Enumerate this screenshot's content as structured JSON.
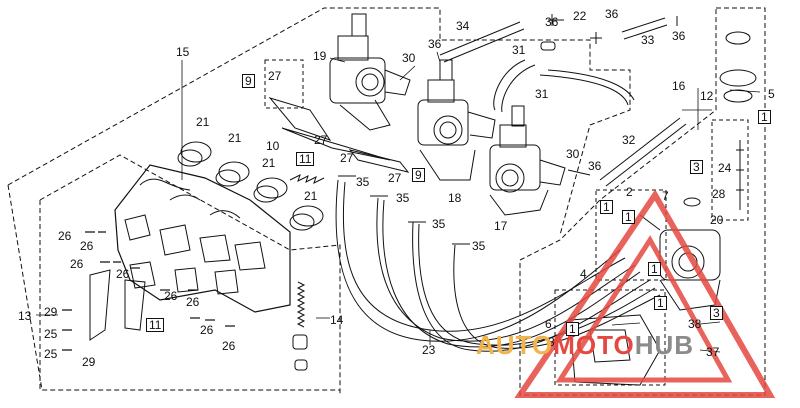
{
  "diagram": {
    "labels": {
      "l15": "15",
      "l19": "19",
      "l30a": "30",
      "l36a": "36",
      "l34": "34",
      "l36b": "36",
      "l22": "22",
      "l36c": "36",
      "l33": "33",
      "l36d": "36",
      "l31a": "31",
      "l31b": "31",
      "l9a": "9",
      "l27a": "27",
      "l27b": "27",
      "l27c": "27",
      "l27d": "27",
      "l10": "10",
      "l11a": "11",
      "l21a": "21",
      "l21b": "21",
      "l21c": "21",
      "l21d": "21",
      "l35a": "35",
      "l35b": "35",
      "l35c": "35",
      "l35d": "35",
      "l18": "18",
      "l9b": "9",
      "l30b": "30",
      "l36e": "36",
      "l32": "32",
      "l17": "17",
      "l16": "16",
      "l12": "12",
      "l5": "5",
      "l1a": "1",
      "l3a": "3",
      "l24": "24",
      "l28": "28",
      "l20": "20",
      "l7": "7",
      "l2": "2",
      "l1b": "1",
      "l1c": "1",
      "l1d": "1",
      "l4": "4",
      "l26a": "26",
      "l26b": "26",
      "l26c": "26",
      "l26d": "26",
      "l26e": "26",
      "l26f": "26",
      "l26g": "26",
      "l26h": "26",
      "l13": "13",
      "l29a": "29",
      "l25a": "25",
      "l25b": "25",
      "l29b": "29",
      "l11b": "11",
      "l14": "14",
      "l23": "23",
      "l1e": "1",
      "l6": "6",
      "l8": "8",
      "l1f": "1",
      "l38": "38",
      "l3b": "3",
      "l37": "37"
    },
    "watermark": {
      "part1": "AUTO",
      "part2": "MOTO",
      "part3": "HUB"
    },
    "colors": {
      "ink": "#111111",
      "watermark_red": "#e4483f",
      "watermark_orange": "#f2b34a",
      "watermark_gray": "#8b8b8b"
    }
  }
}
